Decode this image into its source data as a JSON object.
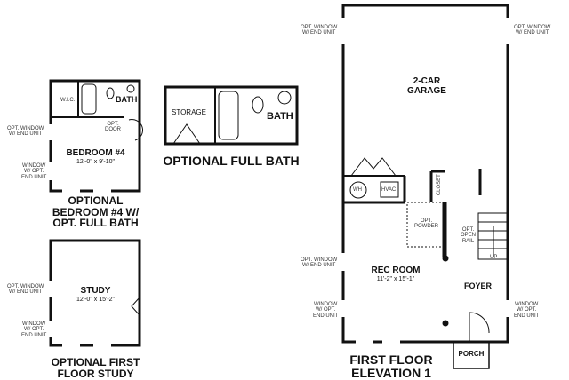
{
  "bedroom_plan": {
    "title": "OPTIONAL\nBEDROOM #4 W/\nOPT. FULL BATH",
    "room_name": "BEDROOM #4",
    "room_dim": "12'-0\" x 9'-10\"",
    "wic": "W.I.C.",
    "bath": "BATH",
    "opt_door": "OPT.\nDOOR",
    "opt_window": "OPT. WINDOW\nW/ END UNIT",
    "window": "WINDOW\nW/ OPT.\nEND UNIT"
  },
  "full_bath_plan": {
    "title": "OPTIONAL FULL BATH",
    "storage": "STORAGE",
    "bath": "BATH"
  },
  "study_plan": {
    "title": "OPTIONAL FIRST\nFLOOR STUDY",
    "room_name": "STUDY",
    "room_dim": "12'-0\" x 15'-2\"",
    "opt_window": "OPT. WINDOW\nW/ END UNIT",
    "window": "WINDOW\nW/ OPT.\nEND UNIT"
  },
  "first_floor_plan": {
    "title": "FIRST FLOOR\nELEVATION 1",
    "garage": "2-CAR\nGARAGE",
    "rec_room": "REC ROOM",
    "rec_room_dim": "11'-2\" x 15'-1\"",
    "foyer": "FOYER",
    "porch": "PORCH",
    "wh": "WH",
    "hvac": "HVAC",
    "closet": "CLOSET",
    "opt_powder": "OPT.\nPOWDER",
    "opt_open_rail": "OPT.\nOPEN\nRAIL",
    "up": "UP",
    "opt_window_left_top": "OPT. WINDOW\nW/ END UNIT",
    "opt_window_right_top": "OPT. WINDOW\nW/ END UNIT",
    "opt_window_left_mid": "OPT. WINDOW\nW/ END UNIT",
    "window_left_bottom": "WINDOW\nW/ OPT.\nEND UNIT",
    "window_right_bottom": "WINDOW\nW/ OPT.\nEND UNIT"
  }
}
